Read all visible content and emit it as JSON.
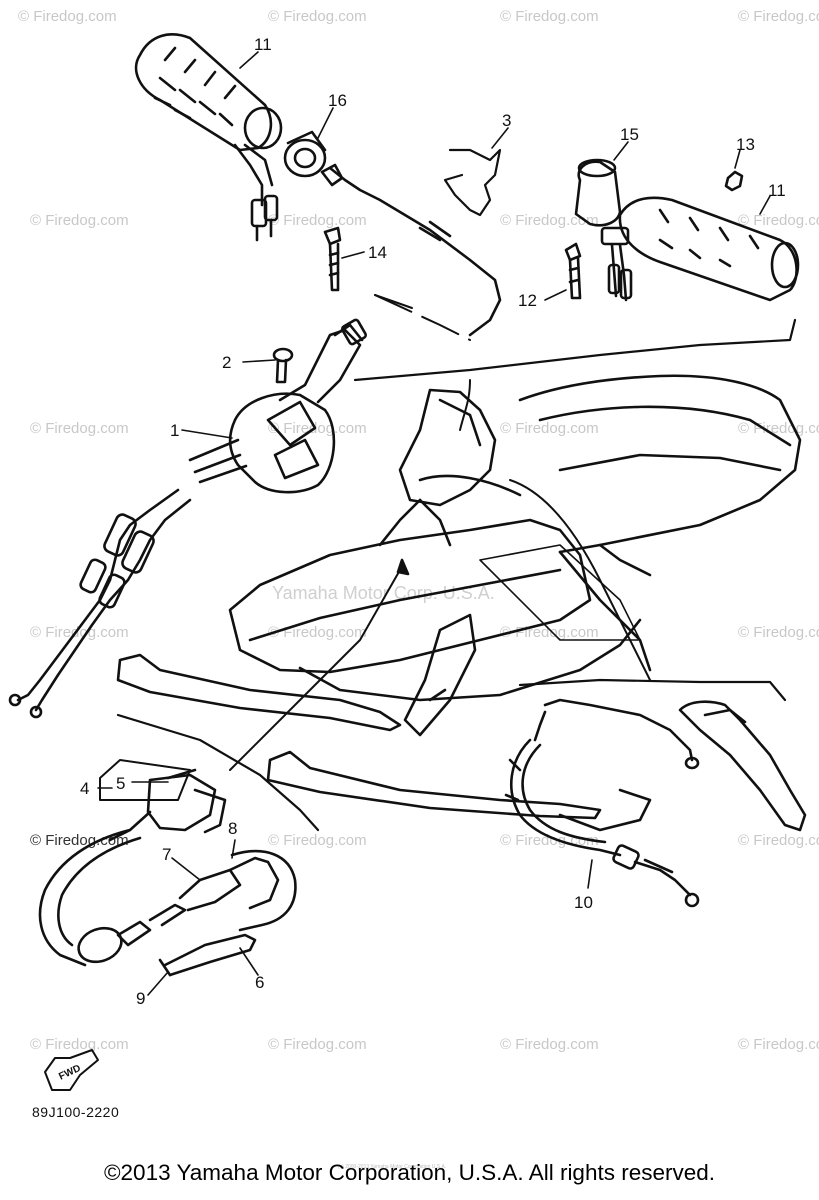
{
  "watermark": {
    "text": "© Firedog.com",
    "center_text": "Yamaha Motor Corp. U.S.A."
  },
  "callouts": {
    "c1": "1",
    "c2": "2",
    "c3": "3",
    "c4": "4",
    "c5": "5",
    "c6": "6",
    "c7": "7",
    "c8": "8",
    "c9": "9",
    "c10": "10",
    "c11a": "11",
    "c11b": "11",
    "c12": "12",
    "c13": "13",
    "c14": "14",
    "c15": "15",
    "c16": "16"
  },
  "fwd_label": "FWD",
  "part_code": "89J100-2220",
  "copyright": "©2013 Yamaha Motor Corporation, U.S.A. All rights reserved.",
  "tiny_copyright": "(c) 2000-2013 Yamaha Motor Corporation U.S.A."
}
